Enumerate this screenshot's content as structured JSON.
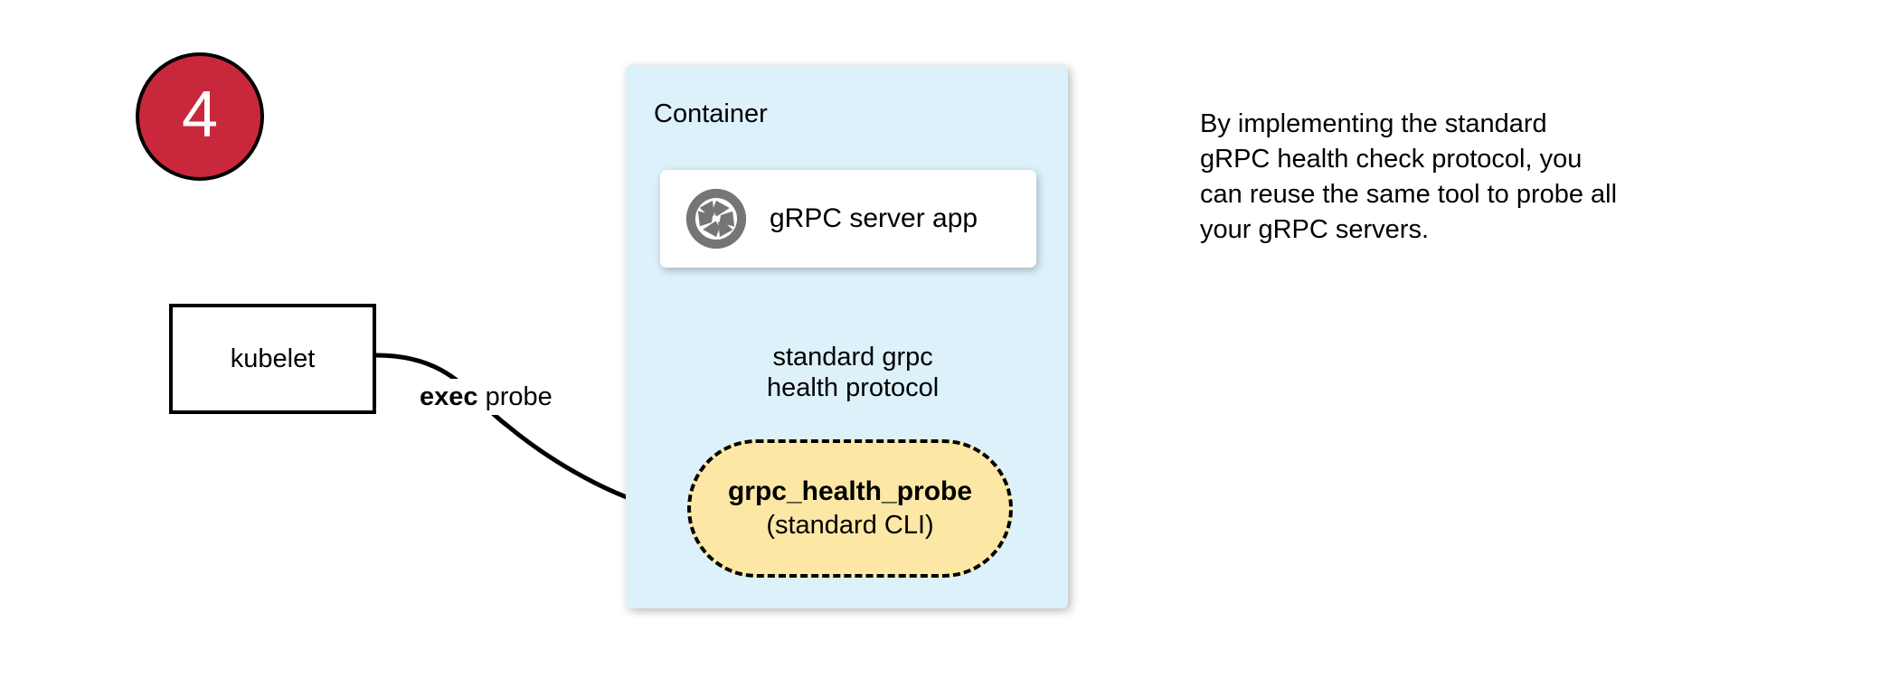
{
  "step": {
    "number": "4"
  },
  "container": {
    "title": "Container"
  },
  "server_app": {
    "label": "gRPC server app",
    "icon": "grpc-aperture-icon"
  },
  "probe": {
    "name": "grpc_health_probe",
    "subtitle": "(standard CLI)"
  },
  "kubelet": {
    "label": "kubelet"
  },
  "edges": {
    "exec_probe_bold": "exec",
    "exec_probe_rest": " probe",
    "protocol_line_1": "standard grpc",
    "protocol_line_2": "health protocol"
  },
  "caption": {
    "line_1": "By implementing the standard",
    "line_2": "gRPC health check protocol, you",
    "line_3": "can reuse the same tool to probe all",
    "line_4": "your gRPC servers."
  },
  "colors": {
    "badge_red": "#c9283c",
    "container_blue": "#ddf1fb",
    "probe_yellow": "#fce7a5",
    "icon_gray": "#757575",
    "stroke_black": "#000000",
    "card_white": "#ffffff"
  }
}
